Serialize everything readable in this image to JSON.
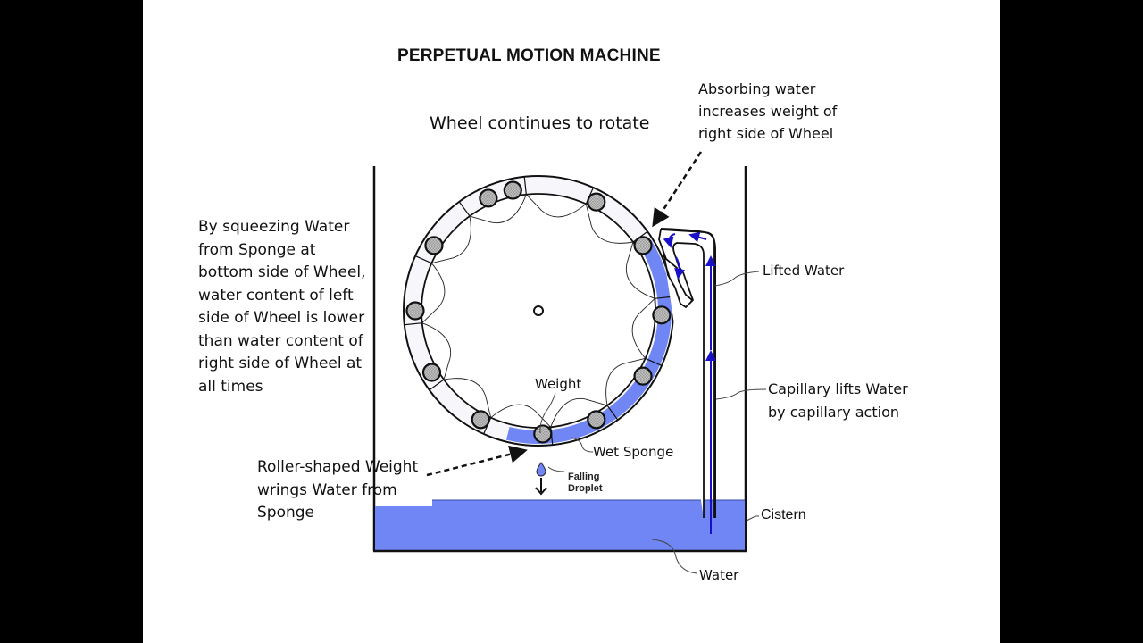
{
  "title": "PERPETUAL MOTION MACHINE",
  "subtitle": "Wheel continues to rotate",
  "colors": {
    "water": "#6f86f4",
    "arrow_blue": "#1a10c8",
    "roller_fill": "#b4b4b4",
    "line": "#111111",
    "letterbox": "#000000",
    "slide_bg": "#ffffff"
  },
  "annotations": {
    "absorbing": "Absorbing water\nincreases weight of\nright side of Wheel",
    "squeezing": "By squeezing Water\nfrom Sponge at\nbottom side of Wheel,\nwater content of left\nside of Wheel is lower\nthan water content of\nright side of Wheel at\nall times",
    "roller": "Roller-shaped Weight\nwrings Water from\nSponge",
    "capillary": "Capillary lifts Water\nby capillary action"
  },
  "labels": {
    "lifted_water": "Lifted Water",
    "weight": "Weight",
    "wet_sponge": "Wet Sponge",
    "falling_droplet": "Falling\nDroplet",
    "cistern": "Cistern",
    "water": "Water"
  },
  "wheel": {
    "segments": 12,
    "rollers": 12
  }
}
